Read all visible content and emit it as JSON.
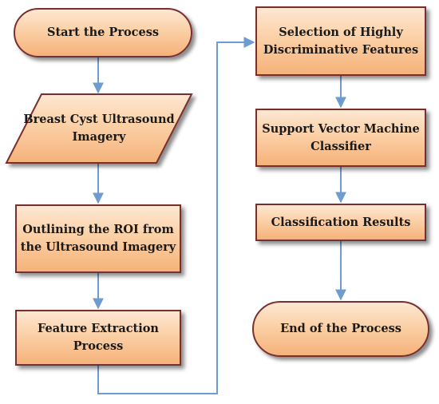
{
  "colors": {
    "box_fill_top": "#fde7d2",
    "box_fill_bottom": "#f5b27a",
    "box_border": "#7a2f2f",
    "connector": "#6f9ccf"
  },
  "nodes": {
    "start": {
      "shape": "terminator",
      "label": "Start the Process"
    },
    "input": {
      "shape": "parallelogram",
      "lines": [
        "Breast Cyst",
        "Ultrasound",
        "Imagery"
      ]
    },
    "roi": {
      "shape": "process",
      "lines": [
        "Outlining the ROI",
        "from the Ultrasound",
        "Imagery"
      ]
    },
    "extraction": {
      "shape": "process",
      "lines": [
        "Feature Extraction",
        "Process"
      ]
    },
    "selection": {
      "shape": "process",
      "lines": [
        "Selection of Highly",
        "Discriminative",
        "Features"
      ]
    },
    "svm": {
      "shape": "process",
      "lines": [
        "Support Vector",
        "Machine Classifier"
      ]
    },
    "results": {
      "shape": "process",
      "label": "Classification Results"
    },
    "end": {
      "shape": "terminator",
      "label": "End of the Process"
    }
  },
  "edges": [
    {
      "from": "start",
      "to": "input"
    },
    {
      "from": "input",
      "to": "roi"
    },
    {
      "from": "roi",
      "to": "extraction"
    },
    {
      "from": "extraction",
      "to": "selection"
    },
    {
      "from": "selection",
      "to": "svm"
    },
    {
      "from": "svm",
      "to": "results"
    },
    {
      "from": "results",
      "to": "end"
    }
  ]
}
